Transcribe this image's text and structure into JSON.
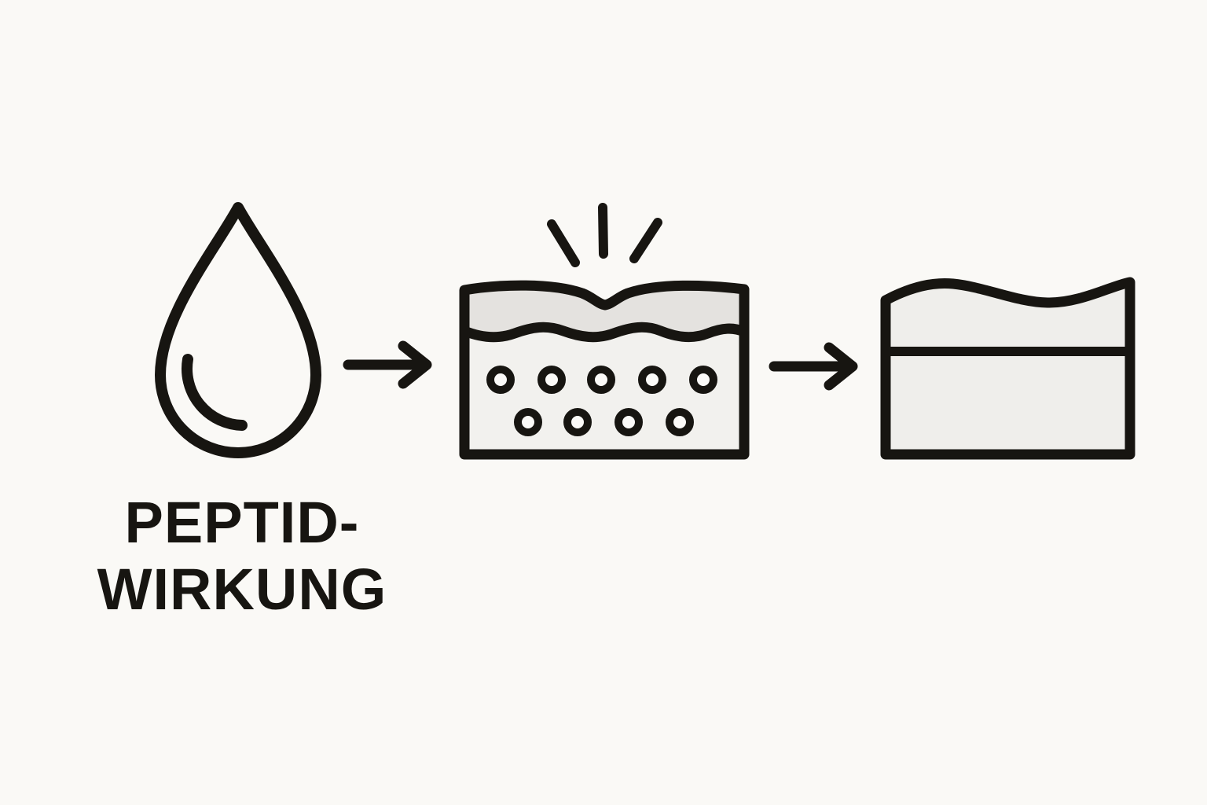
{
  "page": {
    "background_color": "#faf9f6",
    "ink_color": "#171511"
  },
  "diagram": {
    "title": {
      "line1": "PEPTID-",
      "line2": "WIRKUNG"
    },
    "steps": [
      {
        "id": "step-1",
        "icon": "water-drop-icon",
        "meaning": "peptide serum droplet"
      },
      {
        "id": "step-2",
        "icon": "stressed-skin-layer-icon",
        "meaning": "skin cross-section with dented surface, impact marks and cells",
        "stress_marks": 3,
        "cells_top_row": 5,
        "cells_bottom_row": 4
      },
      {
        "id": "step-3",
        "icon": "smooth-skin-layer-icon",
        "meaning": "smooth firm skin surface"
      }
    ],
    "connectors": [
      {
        "id": "connector-1",
        "icon": "right-arrow-icon"
      },
      {
        "id": "connector-2",
        "icon": "right-arrow-icon"
      }
    ],
    "colors": {
      "ink": "#171511",
      "background": "#faf9f6",
      "skin_top_layer_fill": "#e4e2df",
      "skin_lower_layer_fill": "#f2f1ee",
      "smooth_skin_fill": "#efeeeb",
      "cell_fill": "#fbfaf8"
    }
  }
}
